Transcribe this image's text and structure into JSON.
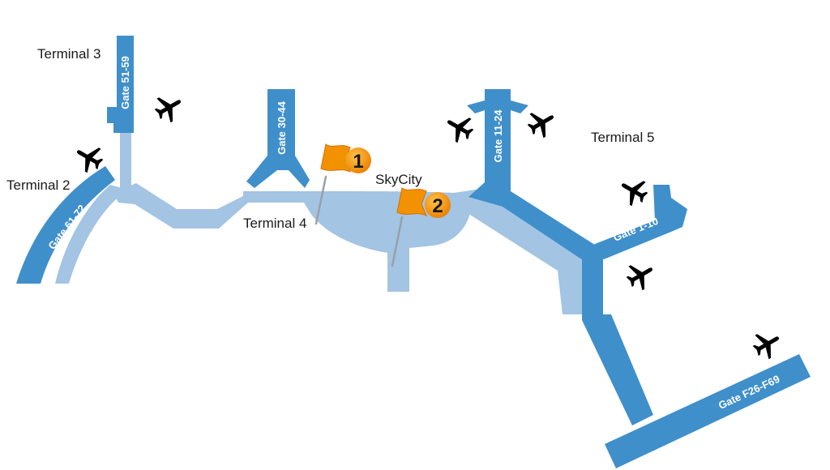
{
  "terminals": {
    "t2": "Terminal 2",
    "t3": "Terminal 3",
    "t4": "Terminal 4",
    "t5": "Terminal 5",
    "skycity": "SkyCity"
  },
  "gates": {
    "g61_72": "Gate 61-72",
    "g51_59": "Gate 51-59",
    "g30_44": "Gate 30-44",
    "g11_24": "Gate 11-24",
    "g1_10": "Gate 1-10",
    "gF26_F69": "Gate F26-F69"
  },
  "markers": [
    {
      "number": "1",
      "icon": "flag-pin-icon"
    },
    {
      "number": "2",
      "icon": "flag-pin-icon"
    }
  ],
  "icons": {
    "airplane": "airplane-icon"
  },
  "colors": {
    "gate_blue": "#3f8fcb",
    "corridor_blue": "#a3c4e3",
    "airplane_gray": "#c4c9cd",
    "marker_orange": "#f39200",
    "text": "#1a1a1a"
  }
}
